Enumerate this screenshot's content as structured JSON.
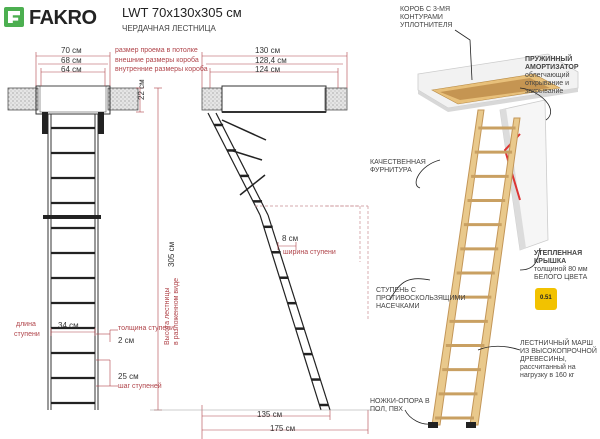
{
  "header": {
    "brand": "FAKRO",
    "model": "LWT 70x130x305 см",
    "subtitle": "ЧЕРДАЧНАЯ ЛЕСТНИЦА"
  },
  "front_view": {
    "dim_outer": "70 см",
    "dim_mid": "68 см",
    "dim_inner": "64 см",
    "label_outer": "размер проема в потолке",
    "label_mid": "внешние размеры короба",
    "label_inner": "внутренние размеры короба",
    "box_height": "22 см",
    "height_label_1": "Высота лестницы",
    "height_label_2": "в разложенном виде",
    "height_value": "305 см",
    "step_length_label_1": "длина",
    "step_length_label_2": "ступени",
    "step_length_value": "34 см",
    "step_thickness_label": "толщина ступени",
    "step_thickness_value": "2 см",
    "step_pitch_value": "25 см",
    "step_pitch_label": "шаг ступеней"
  },
  "side_view": {
    "dim_top1": "130 см",
    "dim_top2": "128,4 см",
    "dim_top3": "124 см",
    "step_width_value": "8 см",
    "step_width_label": "ширина ступени",
    "dim_bottom1": "135 см",
    "dim_bottom2": "175 см"
  },
  "callouts": {
    "box": "КОРОБ С 3-МЯ КОНТУРАМИ УПЛОТНИТЕЛЯ",
    "spring_title": "ПРУЖИННЫЙ АМОРТИЗАТОР",
    "spring_text": "облегчающий открывание и закрывание",
    "hardware": "КАЧЕСТВЕННАЯ ФУРНИТУРА",
    "step_notch": "СТУПЕНЬ С ПРОТИВОСКОЛЬЗЯЩИМИ НАСЕЧКАМИ",
    "lid_title": "УТЕПЛЕННАЯ КРЫШКА",
    "lid_text": "толщиной 80 мм БЕЛОГО ЦВЕТА",
    "badge_value": "0.51",
    "march": "ЛЕСТНИЧНЫЙ МАРШ ИЗ ВЫСОКОПРОЧНОЙ ДРЕВЕСИНЫ, рассчитанный на нагрузку в 160 кг",
    "feet": "НОЖКИ-ОПОРА В ПОЛ, ПВХ"
  },
  "colors": {
    "dim_line": "#b0444a",
    "dashed": "#c98d92",
    "wood": "#e9c98c",
    "badge": "#f2c200"
  }
}
